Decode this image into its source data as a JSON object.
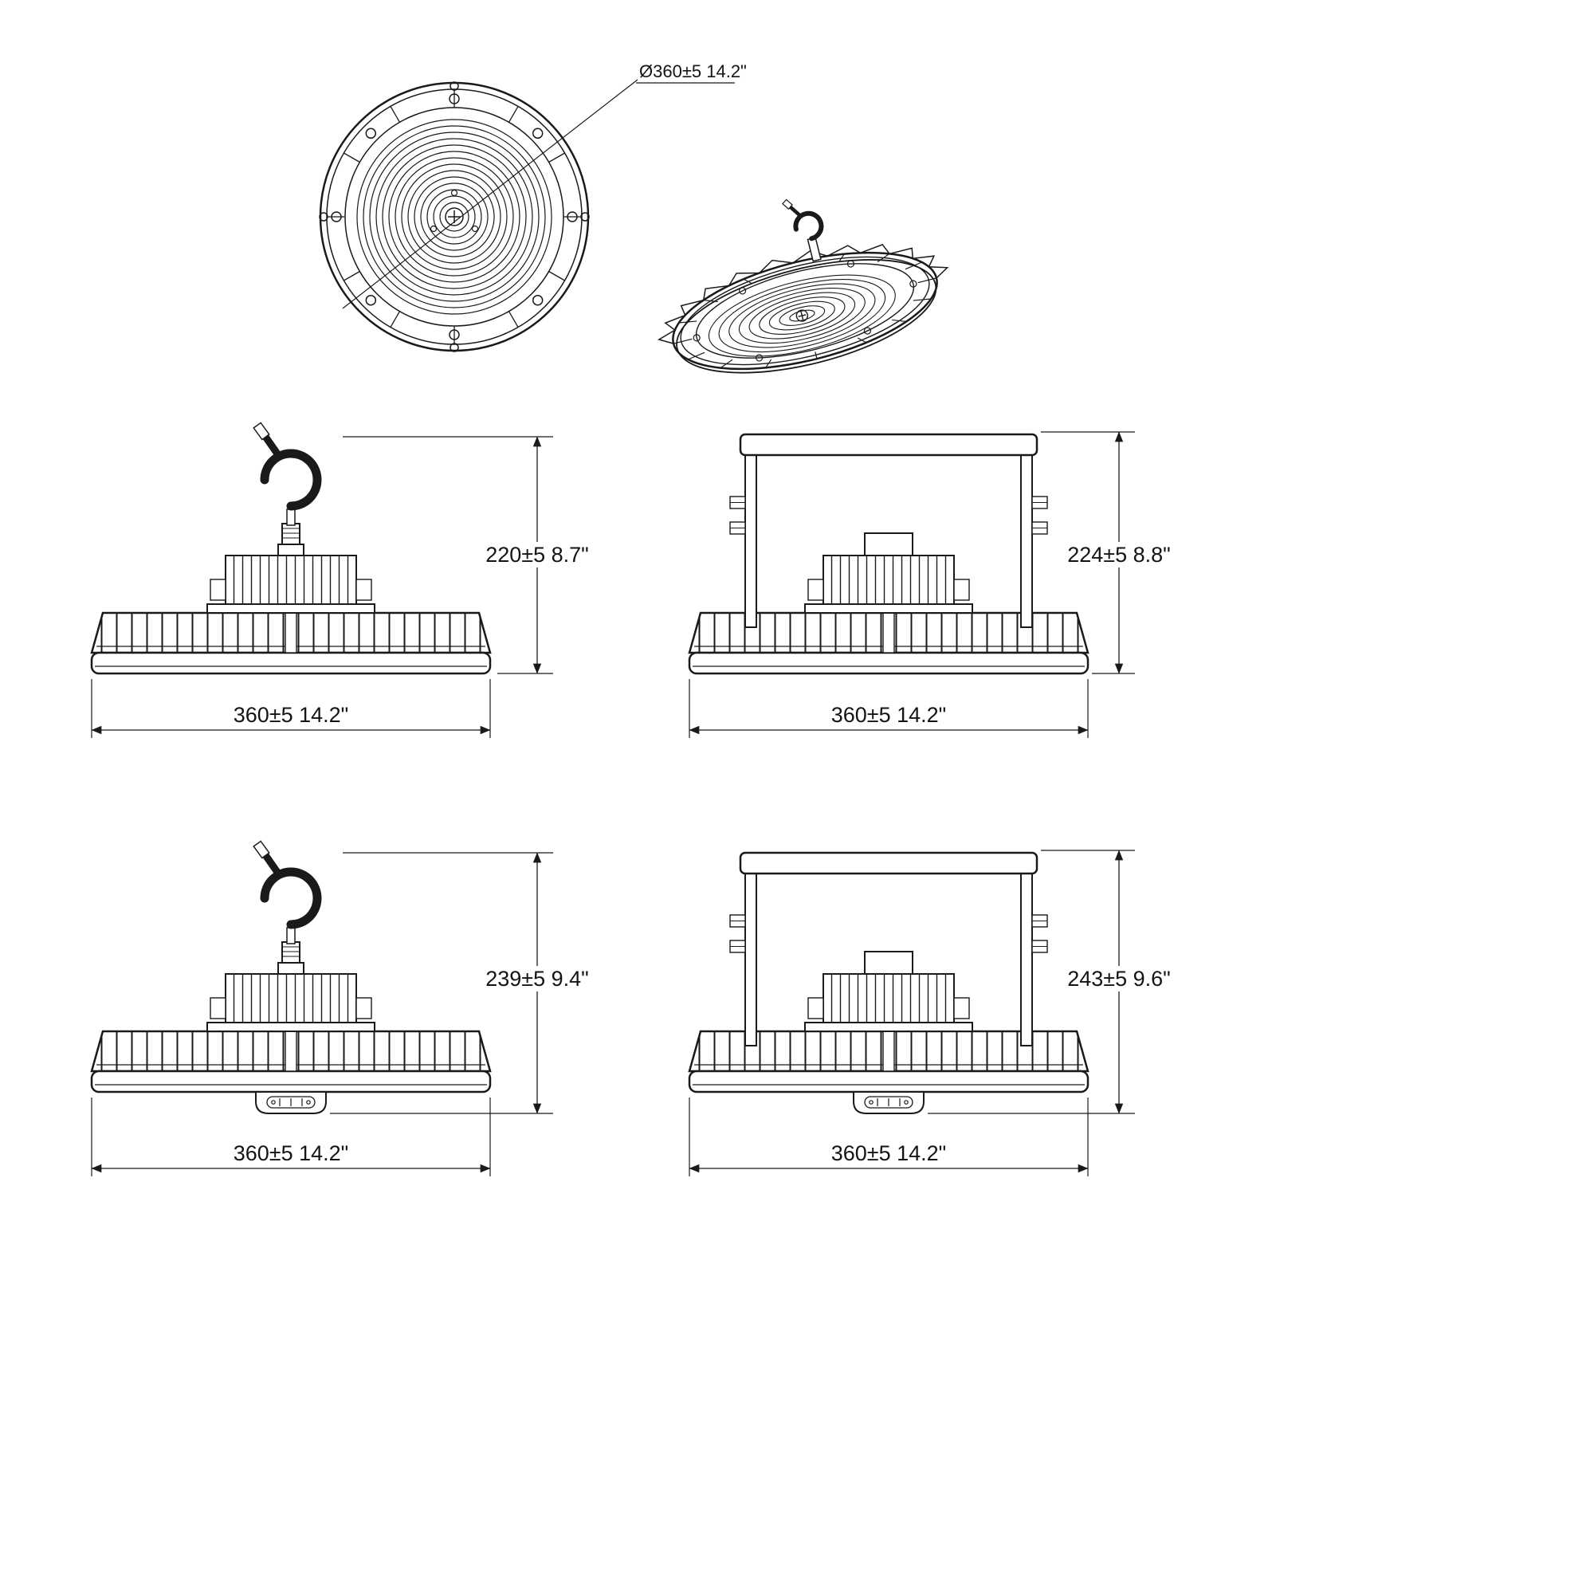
{
  "drawing": {
    "top_view": {
      "diameter_label": "Ø360±5 14.2\""
    },
    "views": [
      {
        "id": "side-hook",
        "height_label": "220±5  8.7\"",
        "width_label": "360±5  14.2\""
      },
      {
        "id": "side-bracket",
        "height_label": "224±5  8.8\"",
        "width_label": "360±5  14.2\""
      },
      {
        "id": "side-hook-sensor",
        "height_label": "239±5  9.4\"",
        "width_label": "360±5  14.2\""
      },
      {
        "id": "side-bracket-sensor",
        "height_label": "243±5  9.6\"",
        "width_label": "360±5  14.2\""
      }
    ],
    "colors": {
      "line": "#1a1a1a",
      "background": "#ffffff"
    }
  }
}
